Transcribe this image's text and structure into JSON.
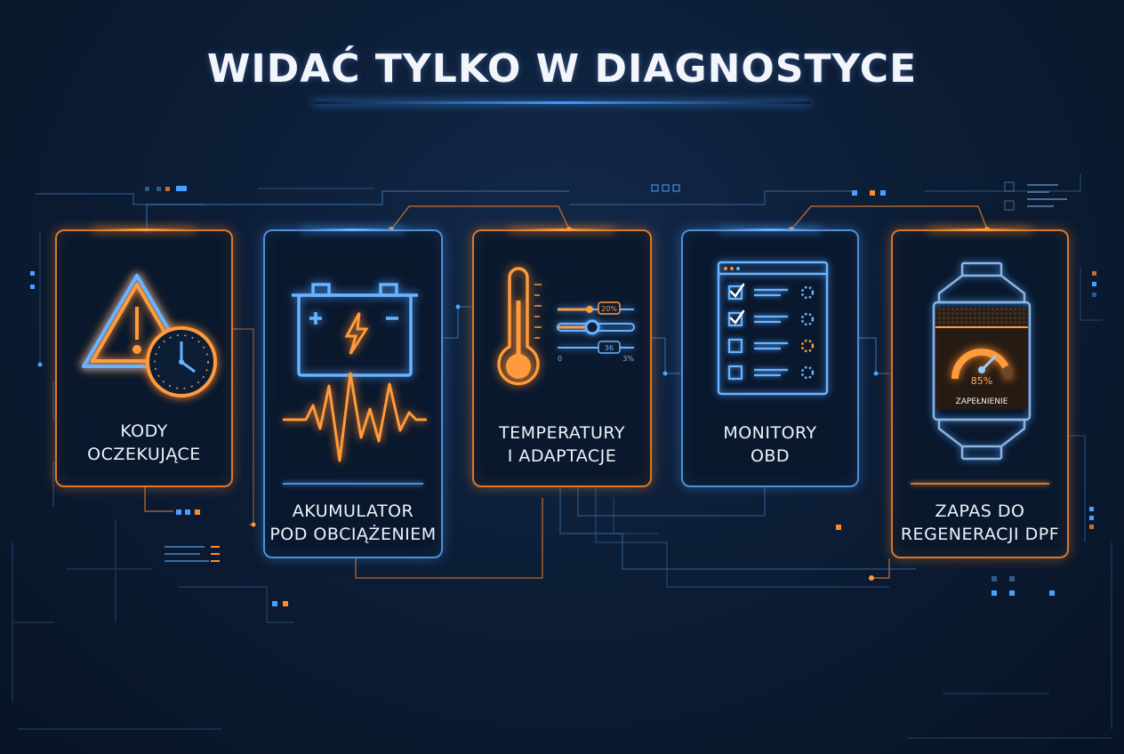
{
  "title": "WIDAĆ TYLKO W DIAGNOSTYCE",
  "colors": {
    "orange": "#ff8a2a",
    "blue": "#4aa0ff",
    "background": "#0c1d36"
  },
  "cards": [
    {
      "label_line1": "KODY",
      "label_line2": "OCZEKUJĄCE",
      "icon": "warning-clock-icon",
      "accent": "orange"
    },
    {
      "label_line1": "AKUMULATOR",
      "label_line2": "POD OBCIĄŻENIEM",
      "icon": "battery-pulse-icon",
      "accent": "blue"
    },
    {
      "label_line1": "TEMPERATURY",
      "label_line2": "I ADAPTACJE",
      "icon": "thermometer-sliders-icon",
      "accent": "orange",
      "slider_labels": {
        "top": "20%",
        "bottom": "36",
        "min": "0",
        "max": "3%"
      }
    },
    {
      "label_line1": "MONITORY",
      "label_line2": "OBD",
      "icon": "checklist-window-icon",
      "accent": "blue"
    },
    {
      "label_line1": "ZAPAS DO",
      "label_line2": "REGENERACJI DPF",
      "icon": "dpf-gauge-icon",
      "accent": "orange",
      "gauge": {
        "value_text": "85%",
        "caption": "ZAPEŁNIENIE",
        "fill": 0.85
      }
    }
  ]
}
